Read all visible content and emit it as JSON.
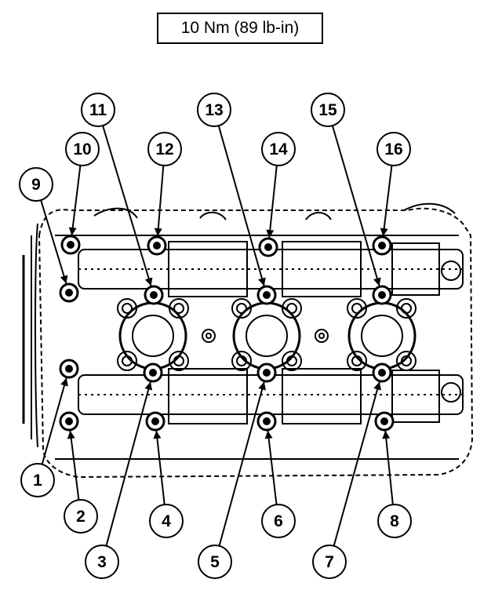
{
  "torque_spec": "10 Nm (89 lb-in)",
  "callouts": [
    "1",
    "2",
    "3",
    "4",
    "5",
    "6",
    "7",
    "8",
    "9",
    "10",
    "11",
    "12",
    "13",
    "14",
    "15",
    "16"
  ],
  "ink_color": "#000000",
  "paper_color": "#ffffff"
}
